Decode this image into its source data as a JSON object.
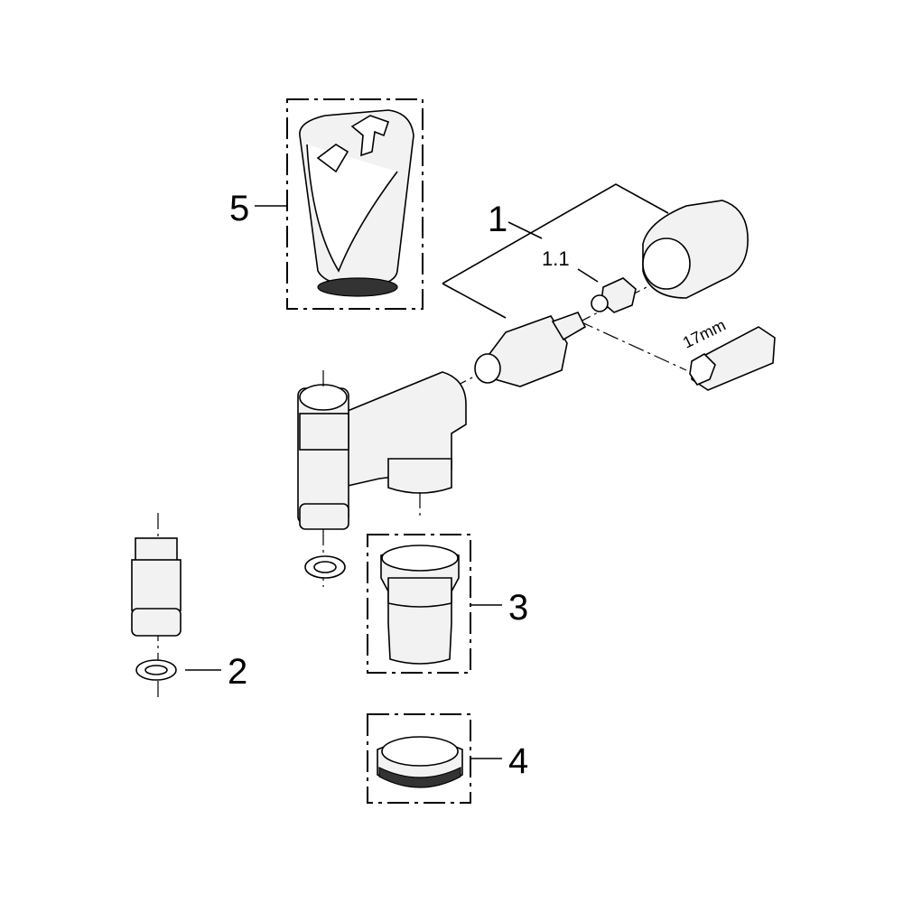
{
  "labels": {
    "part1": "1",
    "part1_1": "1.1",
    "part2": "2",
    "part3": "3",
    "part4": "4",
    "part5": "5",
    "wrench_size": "17mm"
  },
  "colors": {
    "line": "#000000",
    "background": "#ffffff"
  }
}
